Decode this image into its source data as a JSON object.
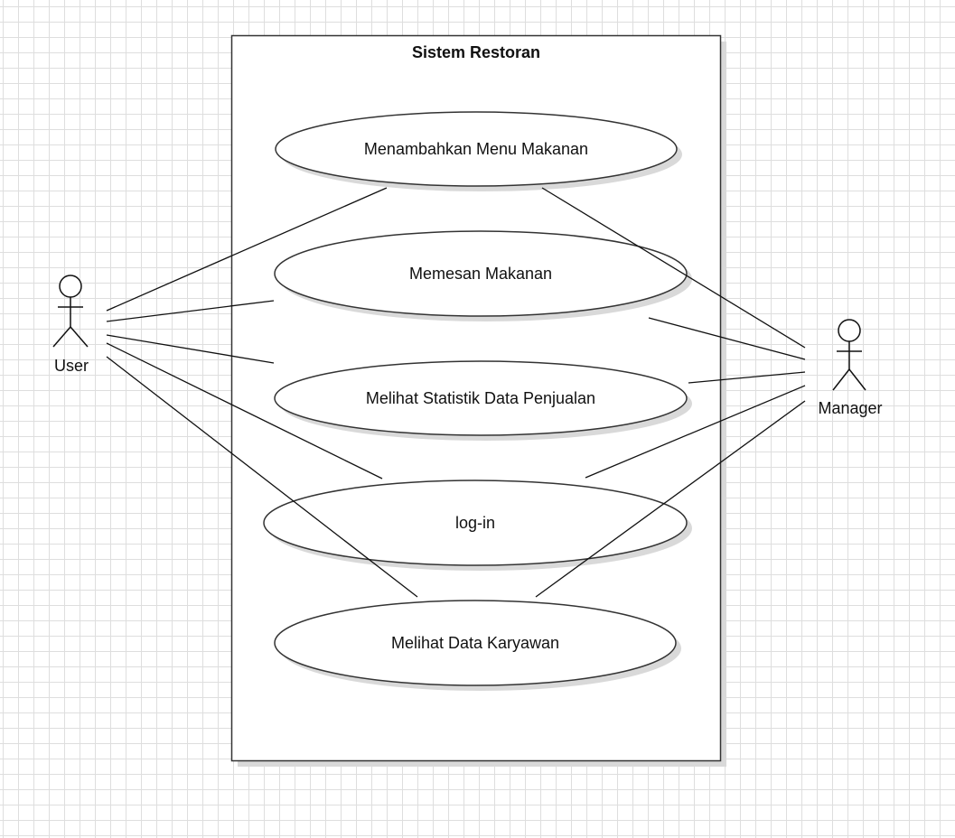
{
  "system": {
    "title": "Sistem Restoran"
  },
  "actors": {
    "user": {
      "label": "User"
    },
    "manager": {
      "label": "Manager"
    }
  },
  "use_cases": {
    "menambahkan_menu": "Menambahkan Menu Makanan",
    "memesan_makanan": "Memesan Makanan",
    "melihat_statistik": "Melihat Statistik Data Penjualan",
    "login": "log-in",
    "melihat_karyawan": "Melihat Data Karyawan"
  },
  "colors": {
    "stroke": "#333333",
    "shadow": "#d9d9d9",
    "grid": "#dedede",
    "fill": "#ffffff"
  }
}
